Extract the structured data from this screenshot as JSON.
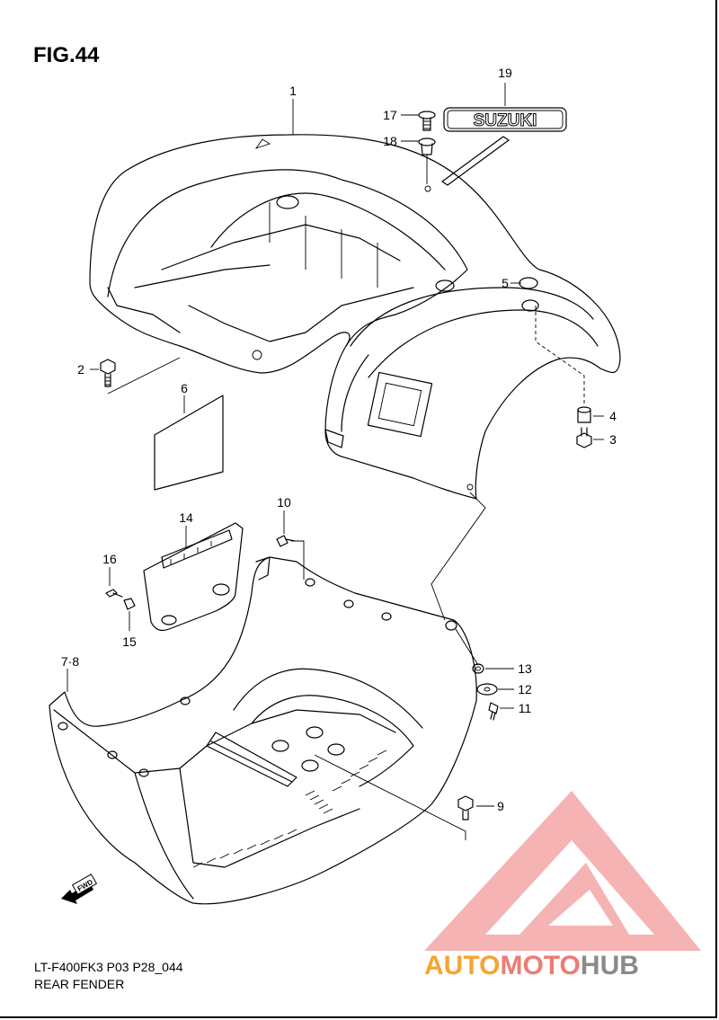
{
  "figure": {
    "title": "FIG.44",
    "code": "LT-F400FK3 P03 P28_044",
    "name": "REAR FENDER"
  },
  "callouts": [
    "1",
    "2",
    "3",
    "4",
    "5",
    "6",
    "7·8",
    "9",
    "10",
    "11",
    "12",
    "13",
    "14",
    "15",
    "16",
    "17",
    "18",
    "19"
  ],
  "emblem_text": "SUZUKI",
  "watermark": {
    "part1": "AUTO",
    "part2": "MOTO",
    "part3": "HUB",
    "colors": {
      "part1": "#f5a531",
      "part2": "#ef7b75",
      "part3": "#8a8a8a",
      "logo": "#f28c8c"
    }
  },
  "fwd_label": "FWD"
}
